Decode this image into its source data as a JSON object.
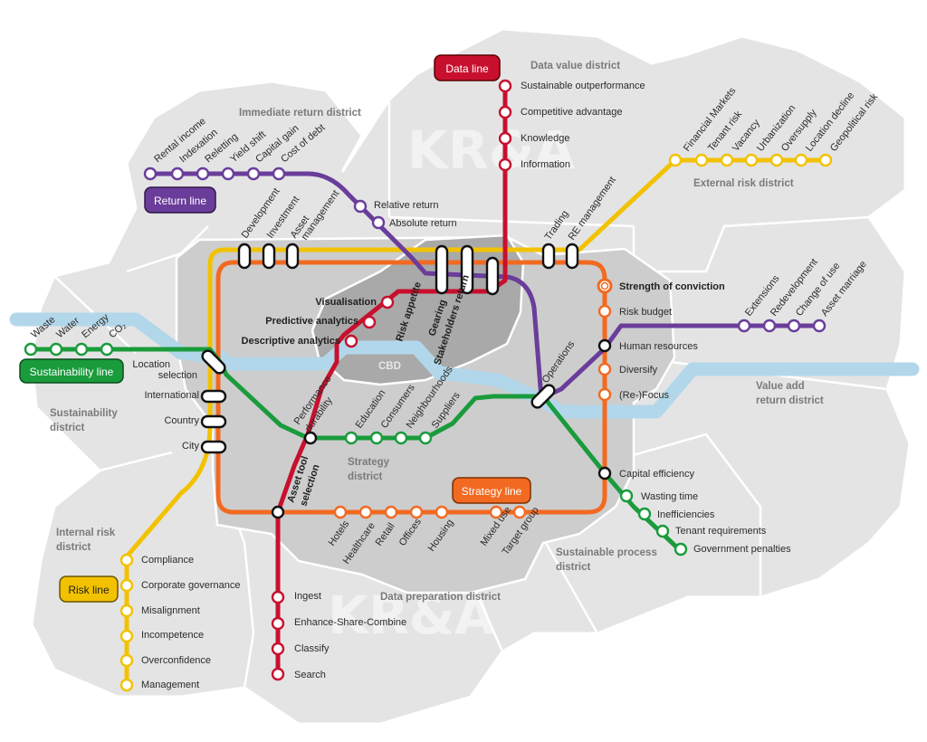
{
  "lines": {
    "data": {
      "name": "Data line",
      "color": "#c8102e",
      "stations": [
        "Sustainable outperformance",
        "Competitive advantage",
        "Knowledge",
        "Information",
        "Visualisation",
        "Predictive analytics",
        "Descriptive analytics",
        "Asset tool selection",
        "Ingest",
        "Enhance-Share-Combine",
        "Classify",
        "Search"
      ]
    },
    "return": {
      "name": "Return line",
      "color": "#6a3d9a",
      "stations": [
        "Rental income",
        "Indexation",
        "Reletting",
        "Yield shift",
        "Capital gain",
        "Cost of debt",
        "Relative return",
        "Absolute return"
      ]
    },
    "external": {
      "color": "#f2c200",
      "stations": [
        "Financial Markets",
        "Tenant risk",
        "Vacancy",
        "Urbanization",
        "Oversupply",
        "Location decline",
        "Geopolitical risk",
        "Trading",
        "RE management",
        "Development",
        "Investment",
        "Asset management"
      ]
    },
    "sustainability": {
      "name": "Sustainability line",
      "color": "#1a9b3c",
      "stations": [
        "Waste",
        "Water",
        "Energy",
        "CO₂",
        "Education",
        "Consumers",
        "Neighbourhoods",
        "Suppliers",
        "Capital efficiency",
        "Wasting time",
        "Inefficiencies",
        "Tenant requirements",
        "Government penalties"
      ]
    },
    "value": {
      "color": "#b3d7ea",
      "stations": [
        "Extensions",
        "Redevelopment",
        "Change of use",
        "Asset marriage",
        "Human resources"
      ]
    },
    "strategy": {
      "name": "Strategy line",
      "color": "#f26a21",
      "stations": [
        "Strength of conviction",
        "Risk budget",
        "Diversify",
        "(Re-)Focus",
        "Hotels",
        "Healthcare",
        "Retail",
        "Offices",
        "Housing",
        "Mixed use",
        "Target group",
        "Performance durability",
        "Operations"
      ]
    },
    "risk": {
      "name": "Risk line",
      "color": "#f2c200",
      "stations": [
        "Compliance",
        "Corporate governance",
        "Misalignment",
        "Incompetence",
        "Overconfidence",
        "Management",
        "Location selection",
        "International",
        "Country",
        "City"
      ]
    },
    "interchanges": [
      "Risk appetite",
      "Gearing",
      "Stakeholders return"
    ]
  },
  "districts": [
    "Data value district",
    "Immediate return district",
    "External risk district",
    "Value add return district",
    "Sustainability district",
    "Strategy district",
    "CBD",
    "Sustainable process district",
    "Internal risk district",
    "Data preparation district"
  ],
  "watermark": "KR&A"
}
